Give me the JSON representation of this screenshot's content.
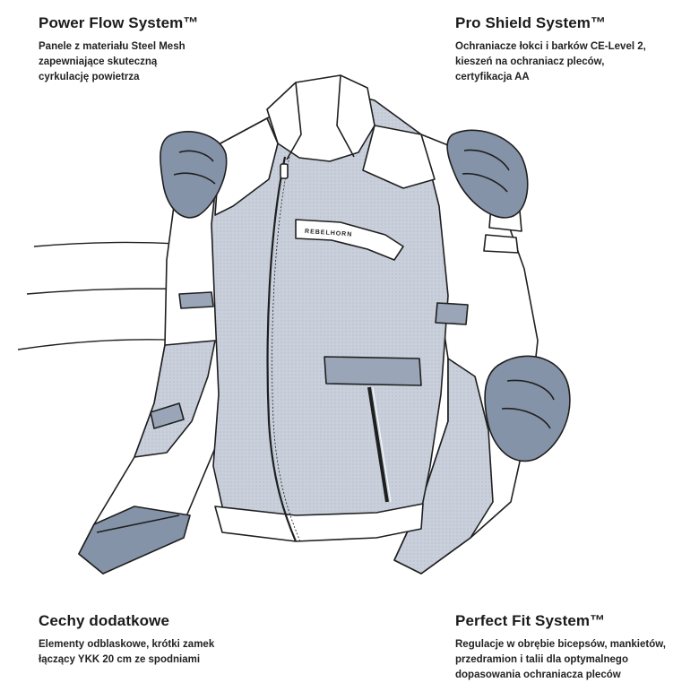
{
  "features": [
    {
      "title": "Power Flow System™",
      "lines": [
        "Panele z materiału Steel Mesh",
        "zapewniające skuteczną",
        "cyrkulację powietrza"
      ]
    },
    {
      "title": "Pro Shield System™",
      "lines": [
        "Ochraniacze łokci i barków CE-Level 2,",
        "kieszeń na ochraniacz pleców,",
        "certyfikacja AA"
      ]
    },
    {
      "title": "Cechy dodatkowe",
      "lines": [
        "Elementy odblaskowe, krótki zamek",
        "łączący YKK 20 cm ze spodniami"
      ]
    },
    {
      "title": "Perfect Fit System™",
      "lines": [
        "Regulacje w obrębie bicepsów, mankietów,",
        "przedramion i talii dla optymalnego",
        "dopasowania ochraniacza pleców"
      ]
    }
  ],
  "illustration": {
    "brand_label": "REBELHORN",
    "colors": {
      "mesh": "#c9d0db",
      "protector": "#8593a8",
      "strap": "#9aa6b8",
      "outline": "#1f1f1f",
      "panel": "#ffffff"
    }
  }
}
